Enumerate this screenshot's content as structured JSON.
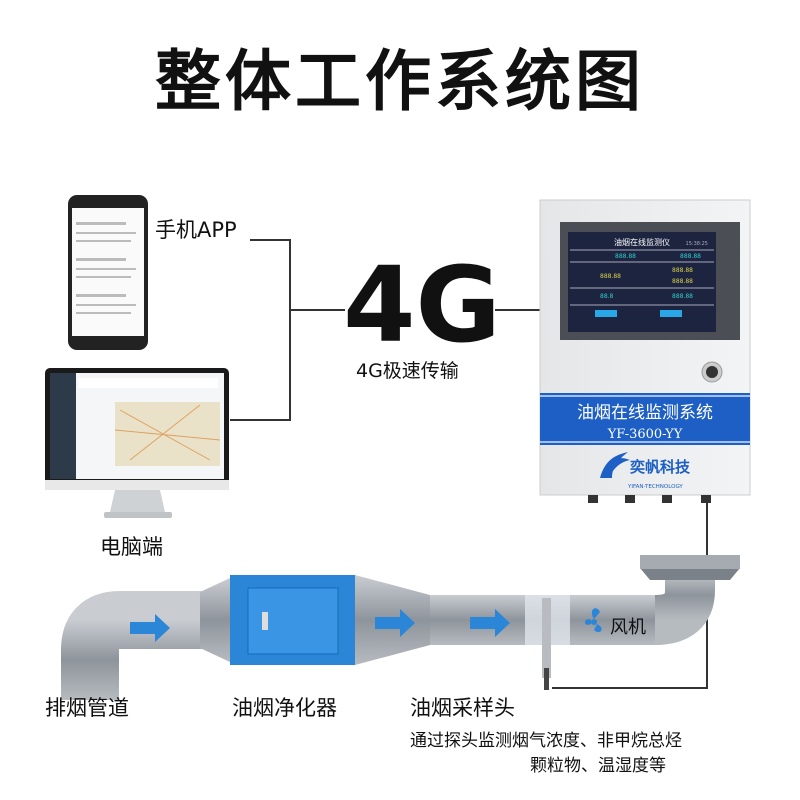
{
  "title": "整体工作系统图",
  "phone_label": "手机APP",
  "pc_label": "电脑端",
  "network": {
    "big": "4G",
    "caption": "4G极速传输"
  },
  "device": {
    "screen_title": "油烟在线监测仪",
    "screen_time": "15:38:25",
    "screen_values": [
      "888.88",
      "888.88",
      "888.88",
      "888.88",
      "888.88",
      "88.8",
      "888.88"
    ],
    "band_title": "油烟在线监测系统",
    "model": "YF-3600-YY",
    "brand_cn": "奕帆科技",
    "brand_en": "YIFAN-TECHNOLOGY"
  },
  "pipeline": {
    "fan_label": "风机",
    "duct_label": "排烟管道",
    "purifier_label": "油烟净化器",
    "probe_label": "油烟采样头",
    "probe_desc_1": "通过探头监测烟气浓度、非甲烷总烃",
    "probe_desc_2": "颗粒物、温湿度等"
  },
  "colors": {
    "band": "#1d5fc4",
    "purifier": "#2b86d8",
    "arrow": "#2b86d8",
    "pipe": "#9aa0a6",
    "screen": "#1c2440"
  }
}
